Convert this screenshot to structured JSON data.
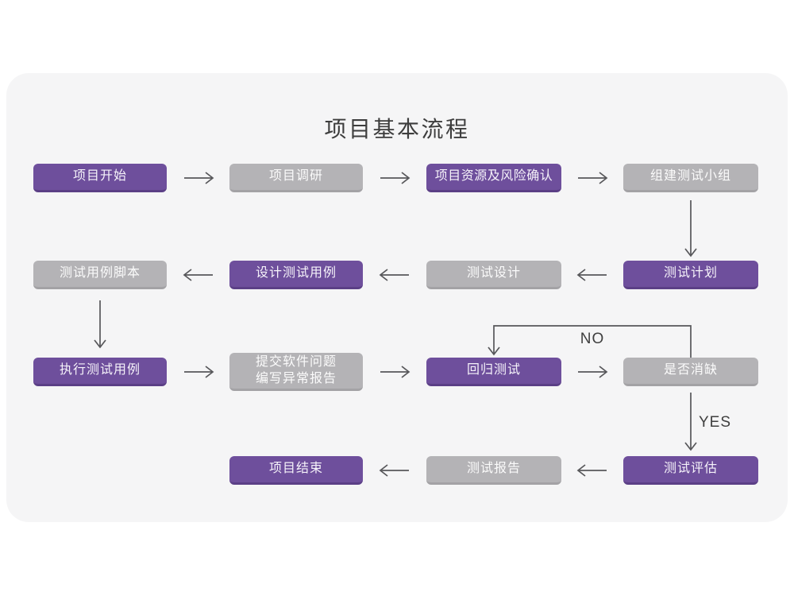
{
  "title": "项目基本流程",
  "colors": {
    "page_bg": "#ffffff",
    "panel_bg": "#f5f5f6",
    "primary_node": "#6e4f9c",
    "primary_node_edge": "#5b3f86",
    "secondary_node": "#b4b3b6",
    "secondary_node_edge": "#a3a2a5",
    "node_text": "#fbfbfb",
    "arrow": "#57575a",
    "title_text": "#3d3d3d"
  },
  "nodes": [
    {
      "id": "project-start",
      "label": "项目开始",
      "type": "primary"
    },
    {
      "id": "project-research",
      "label": "项目调研",
      "type": "secondary"
    },
    {
      "id": "resource-risk-confirm",
      "label": "项目资源及风险确认",
      "type": "primary"
    },
    {
      "id": "build-test-team",
      "label": "组建测试小组",
      "type": "secondary"
    },
    {
      "id": "test-case-script",
      "label": "测试用例脚本",
      "type": "secondary"
    },
    {
      "id": "design-test-case",
      "label": "设计测试用例",
      "type": "primary"
    },
    {
      "id": "test-design",
      "label": "测试设计",
      "type": "secondary"
    },
    {
      "id": "test-plan",
      "label": "测试计划",
      "type": "primary"
    },
    {
      "id": "execute-test-case",
      "label": "执行测试用例",
      "type": "primary"
    },
    {
      "id": "submit-issue-report",
      "label": "提交软件问题\n编写异常报告",
      "type": "secondary"
    },
    {
      "id": "regression-test",
      "label": "回归测试",
      "type": "primary"
    },
    {
      "id": "defect-cleared",
      "label": "是否消缺",
      "type": "secondary"
    },
    {
      "id": "project-end",
      "label": "项目结束",
      "type": "primary"
    },
    {
      "id": "test-report",
      "label": "测试报告",
      "type": "secondary"
    },
    {
      "id": "test-evaluation",
      "label": "测试评估",
      "type": "primary"
    }
  ],
  "edge_labels": {
    "no": "NO",
    "yes": "YES"
  }
}
